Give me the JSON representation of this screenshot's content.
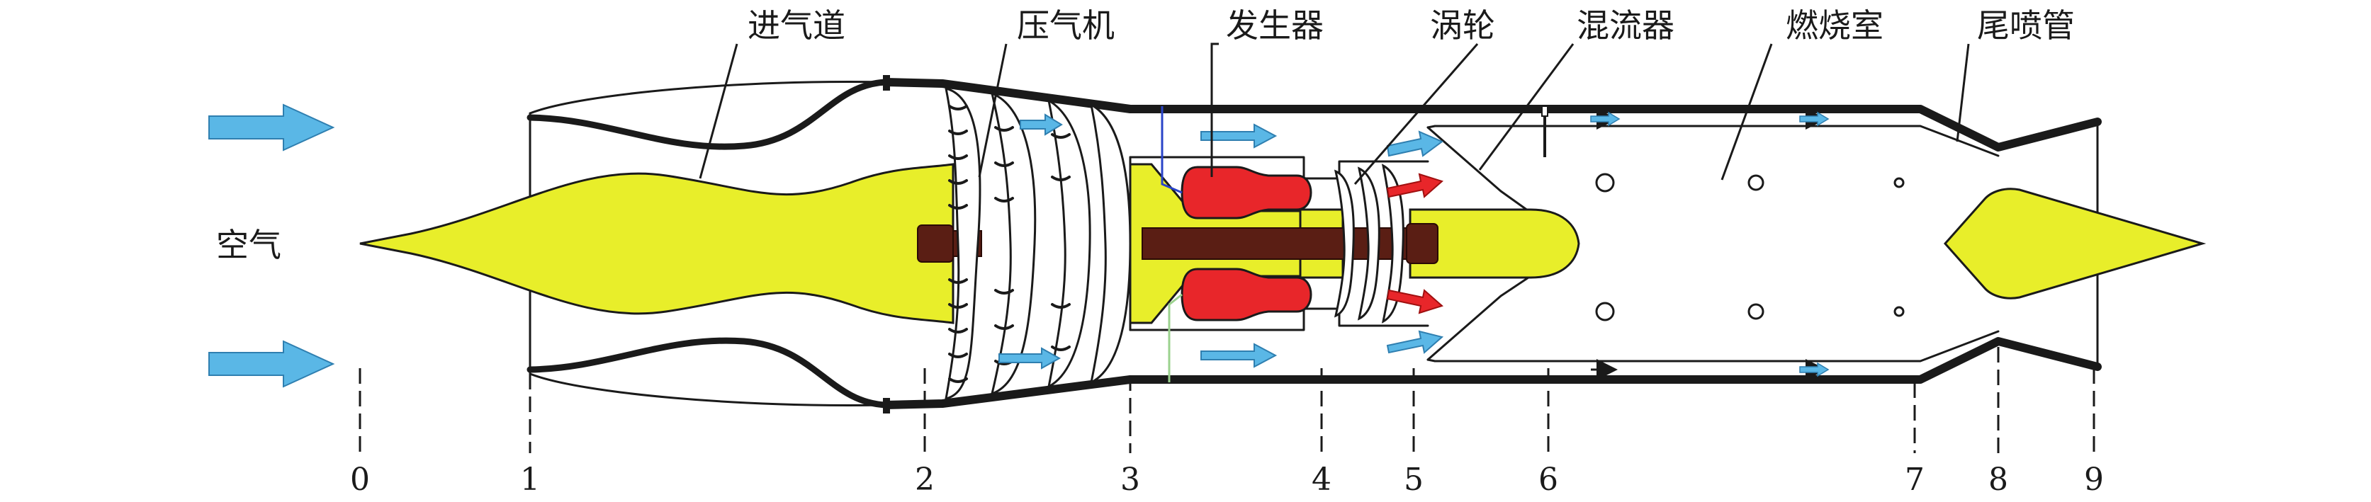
{
  "labels": {
    "inlet": "进气道",
    "compressor": "压气机",
    "generator": "发生器",
    "turbine": "涡轮",
    "mixer": "混流器",
    "combustor": "燃烧室",
    "nozzle": "尾喷管",
    "air": "空气"
  },
  "stations": [
    "0",
    "1",
    "2",
    "3",
    "4",
    "5",
    "6",
    "7",
    "8",
    "9"
  ],
  "colors": {
    "yellow": "#e8ee2a",
    "red": "#e8262a",
    "blue": "#5ab7e6",
    "shaft": "#5a1e14",
    "line": "#1a1a1a"
  }
}
